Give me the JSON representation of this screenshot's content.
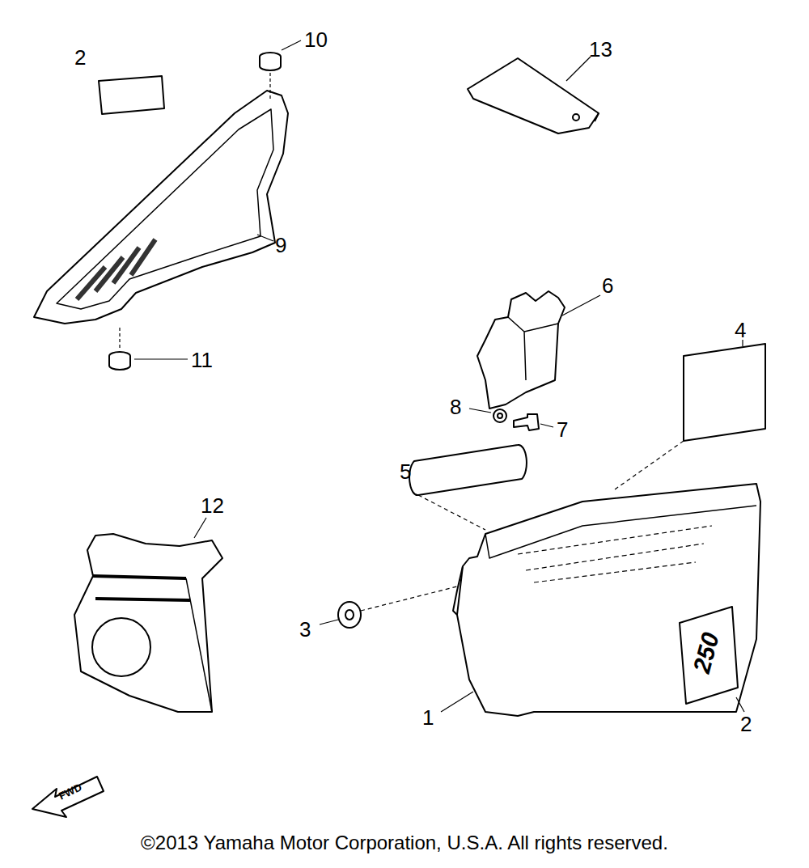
{
  "diagram": {
    "caption": "©2013 Yamaha Motor Corporation, U.S.A. All rights reserved.",
    "labels": [
      "2",
      "10",
      "13",
      "9",
      "11",
      "6",
      "4",
      "8",
      "7",
      "5",
      "12",
      "3",
      "1",
      "2",
      "250",
      "FWD"
    ]
  }
}
